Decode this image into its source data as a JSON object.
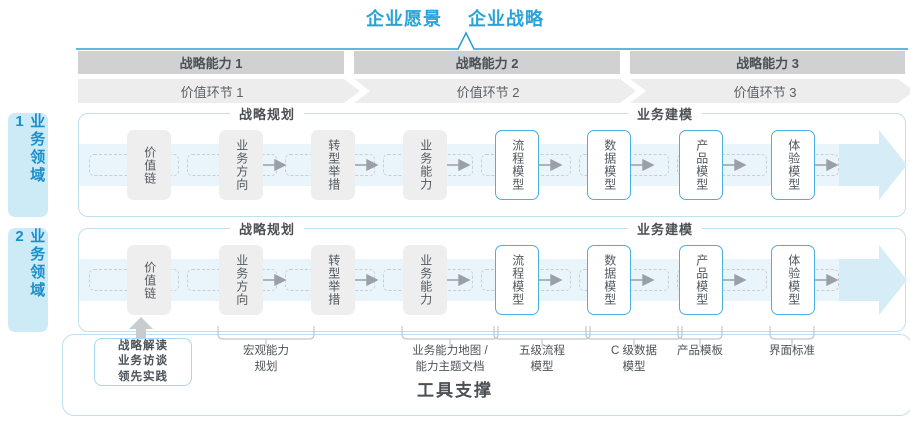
{
  "header": {
    "titles": [
      "企业愿景",
      "企业战略"
    ],
    "accent_color": "#29a3d9"
  },
  "capability_bars": [
    {
      "label": "战略能力 1"
    },
    {
      "label": "战略能力 2"
    },
    {
      "label": "战略能力 3"
    }
  ],
  "value_bars": [
    {
      "label": "价值环节 1"
    },
    {
      "label": "价值环节 2"
    },
    {
      "label": "价值环节 3"
    }
  ],
  "domains": [
    {
      "side_label": "业务领域 1",
      "section_titles": {
        "left": "战略规划",
        "right": "业务建模"
      },
      "nodes": [
        {
          "label": "价值链",
          "style": "gray"
        },
        {
          "label": "业务方向",
          "style": "gray"
        },
        {
          "label": "转型举措",
          "style": "gray"
        },
        {
          "label": "业务能力",
          "style": "gray"
        },
        {
          "label": "流程模型",
          "style": "blue"
        },
        {
          "label": "数据模型",
          "style": "blue"
        },
        {
          "label": "产品模型",
          "style": "blue"
        },
        {
          "label": "体验模型",
          "style": "blue"
        }
      ]
    },
    {
      "side_label": "业务领域 2",
      "section_titles": {
        "left": "战略规划",
        "right": "业务建模"
      },
      "nodes": [
        {
          "label": "价值链",
          "style": "gray"
        },
        {
          "label": "业务方向",
          "style": "gray"
        },
        {
          "label": "转型举措",
          "style": "gray"
        },
        {
          "label": "业务能力",
          "style": "gray"
        },
        {
          "label": "流程模型",
          "style": "blue"
        },
        {
          "label": "数据模型",
          "style": "blue"
        },
        {
          "label": "产品模型",
          "style": "blue"
        },
        {
          "label": "体验模型",
          "style": "blue"
        }
      ]
    }
  ],
  "tool_support": {
    "title": "工具支撑",
    "first_box": "战略解读\n业务访谈\n领先实践",
    "labels": [
      {
        "text": "宏观能力\n规划"
      },
      {
        "text": "业务能力地图 /\n能力主题文档"
      },
      {
        "text": "五级流程\n模型"
      },
      {
        "text": "C 级数据\n模型"
      },
      {
        "text": "产品模板"
      },
      {
        "text": "界面标准"
      }
    ]
  },
  "colors": {
    "blue": "#29a3d9",
    "node_blue_border": "#49b0e0",
    "band": "#eaf5fb",
    "band_arrow": "#d6ecf7",
    "cap_bar": "#cfd1d2",
    "val_bar": "#ededee",
    "side_label_bg": "#cdeaf7"
  }
}
